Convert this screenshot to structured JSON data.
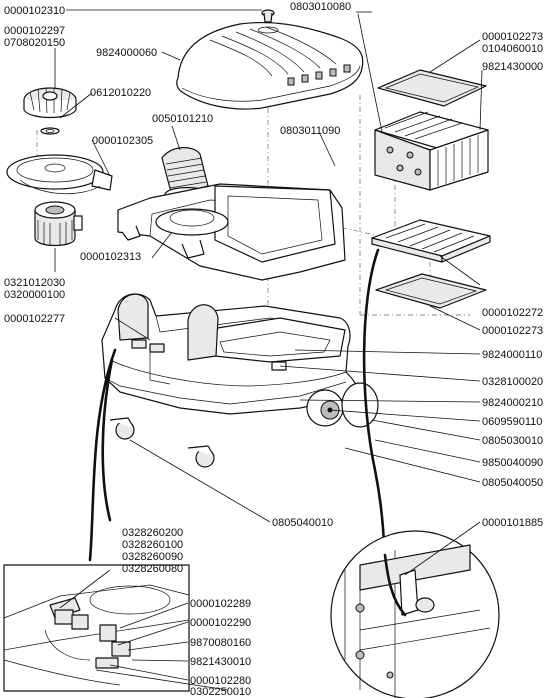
{
  "labels": {
    "p0000102310": "0000102310",
    "p0000102297": "0000102297",
    "p0708020150": "0708020150",
    "p0612010220": "0612010220",
    "p0000102305": "0000102305",
    "p0321012030": "0321012030",
    "p0320000100": "0320000100",
    "p9824000060": "9824000060",
    "p0050101210": "0050101210",
    "p0000102313": "0000102313",
    "p0803010080": "0803010080",
    "p0000102273a": "0000102273",
    "p0104060010": "0104060010",
    "p9821430000": "9821430000",
    "p0803011090": "0803011090",
    "p0000102272": "0000102272",
    "p0000102273b": "0000102273",
    "p0000102277": "0000102277",
    "p9824000110": "9824000110",
    "p0328100020": "0328100020",
    "p9824000210": "9824000210",
    "p0609590110": "0609590110",
    "p0805030010": "0805030010",
    "p9850040090": "9850040090",
    "p0805040050": "0805040050",
    "p0805040010": "0805040010",
    "p0000101885": "0000101885",
    "p0328260200": "0328260200",
    "p0328260100": "0328260100",
    "p0328260090": "0328260090",
    "p0328260080": "0328260080",
    "p0000102289": "0000102289",
    "p0000102290": "0000102290",
    "p9870080160": "9870080160",
    "p9821430010": "9821430010",
    "p0000102280": "0000102280",
    "p0302250010": "0302250010"
  }
}
